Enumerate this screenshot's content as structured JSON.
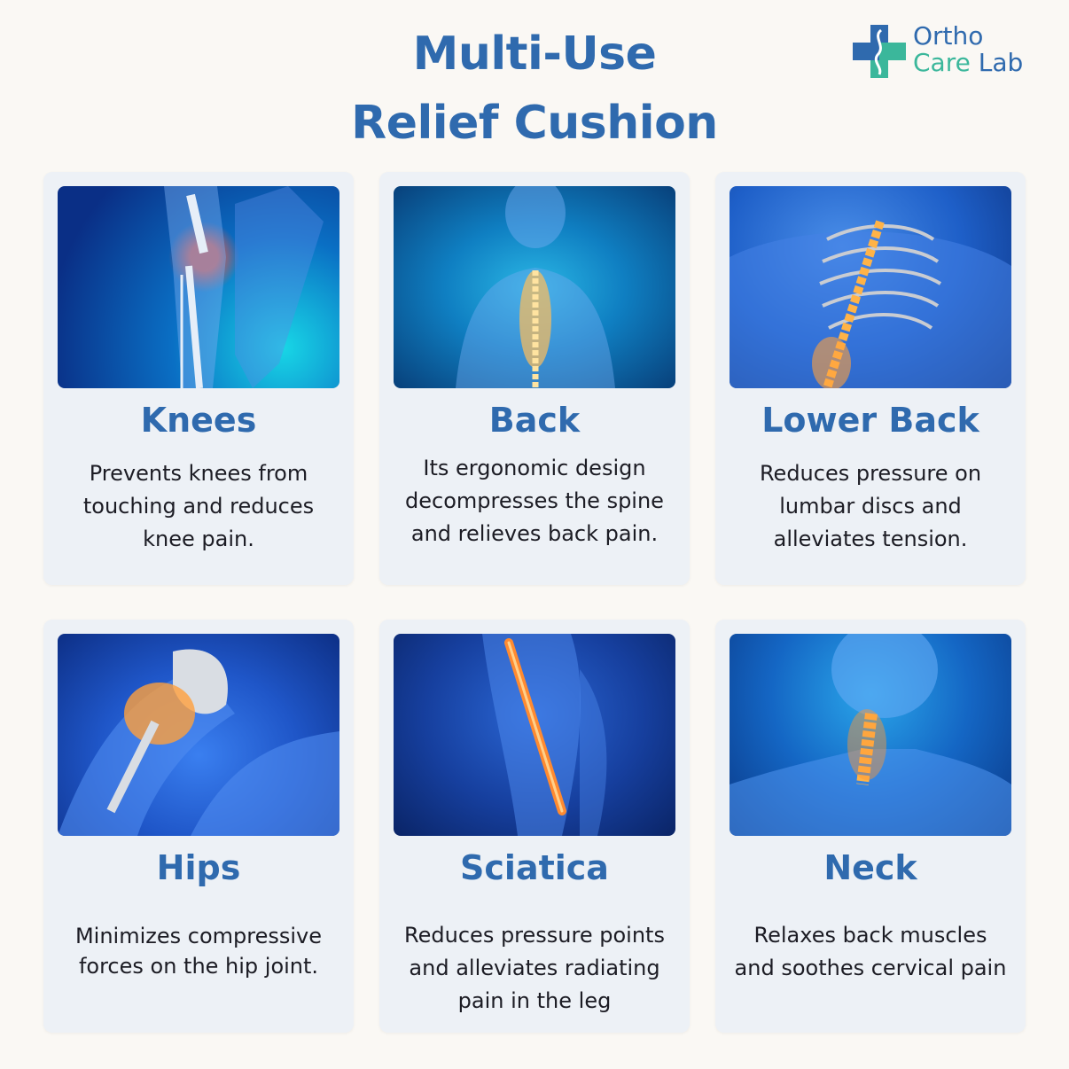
{
  "header": {
    "title_line1": "Multi-Use",
    "title_line2": "Relief Cushion"
  },
  "logo": {
    "line1": "Ortho",
    "line2_a": "Care",
    "line2_b": " Lab",
    "icon": "medical-cross-spine-icon",
    "colors": {
      "blue": "#2f6aae",
      "teal": "#3bb79b"
    }
  },
  "cards": [
    {
      "title": "Knees",
      "text": "Prevents knees from touching and reduces knee pain.",
      "image": "knee-joint-xray-illustration",
      "glow": "#ff5a3c"
    },
    {
      "title": "Back",
      "text": "Its ergonomic design decompresses the spine and relieves back pain.",
      "image": "upper-spine-xray-illustration",
      "glow": "#ffb347"
    },
    {
      "title": "Lower Back",
      "text": "Reduces pressure on lumbar discs and alleviates tension.",
      "image": "lumbar-spine-ribcage-illustration",
      "glow": "#ff9a2e"
    },
    {
      "title": "Hips",
      "text": "Minimizes compressive forces on the hip joint.",
      "image": "hip-joint-xray-illustration",
      "glow": "#ff9a2e"
    },
    {
      "title": "Sciatica",
      "text": "Reduces pressure points and alleviates radiating pain in the leg",
      "image": "sciatic-nerve-leg-illustration",
      "glow": "#ff7a2e"
    },
    {
      "title": "Neck",
      "text": "Relaxes back muscles and soothes cervical pain",
      "image": "cervical-spine-neck-illustration",
      "glow": "#ff9a2e"
    }
  ],
  "colors": {
    "accent": "#2f6aae",
    "background": "#faf8f4",
    "card": "#edf1f6",
    "text": "#1c1c24"
  }
}
